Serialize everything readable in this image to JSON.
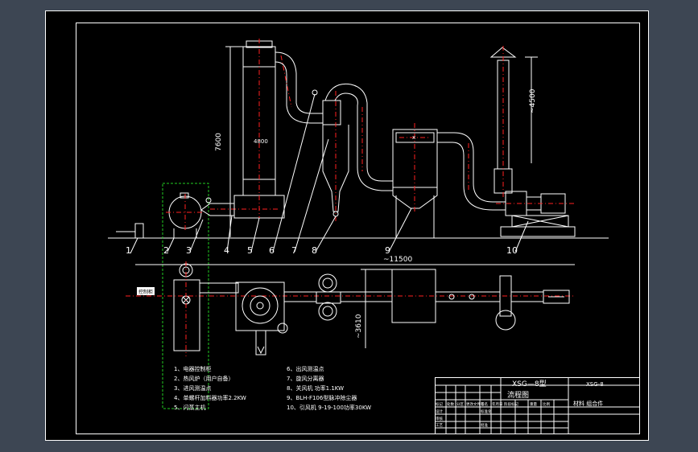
{
  "dimensions": {
    "height_main": "7600",
    "height_stack": "~4500",
    "length_total": "~11500",
    "width_plan": "~3610"
  },
  "small_text": {
    "column_label": "4800",
    "bag_filter_label": "x",
    "plan_tag": "控制柜"
  },
  "balloons": [
    "1",
    "2",
    "3",
    "4",
    "5",
    "6",
    "7",
    "8",
    "9",
    "10"
  ],
  "legend": {
    "left": [
      "1、电器控制柜",
      "2、热风炉（用户自备）",
      "3、进风测温点",
      "4、单螺杆加料器功率2.2KW",
      "5、闪蒸主机"
    ],
    "right": [
      "6、出风测温点",
      "7、旋风分离器",
      "8、关风机 功率1.1KW",
      "9、BLH-F106型脉冲除尘器",
      "10、引风机 9-19-100功率30KW"
    ]
  },
  "title_block": {
    "model": "XSG—8型",
    "drawing_name": "流程图",
    "code": "XSG-8",
    "material_row": "材料  组合件",
    "row_labels": [
      "标记",
      "处数",
      "分区",
      "更改文件号",
      "签名",
      "年月日"
    ],
    "row_labels_2": [
      "设计",
      "标准化"
    ],
    "row_labels_3": [
      "审核"
    ],
    "row_labels_4": [
      "工艺",
      "批准"
    ],
    "stage_labels": [
      "阶段标记",
      "重量",
      "比例"
    ]
  },
  "colors": {
    "background": "#3d4653",
    "sheet": "#000000",
    "lines": "#ffffff",
    "centerline": "#ff2020",
    "boundary": "#22cc22"
  }
}
